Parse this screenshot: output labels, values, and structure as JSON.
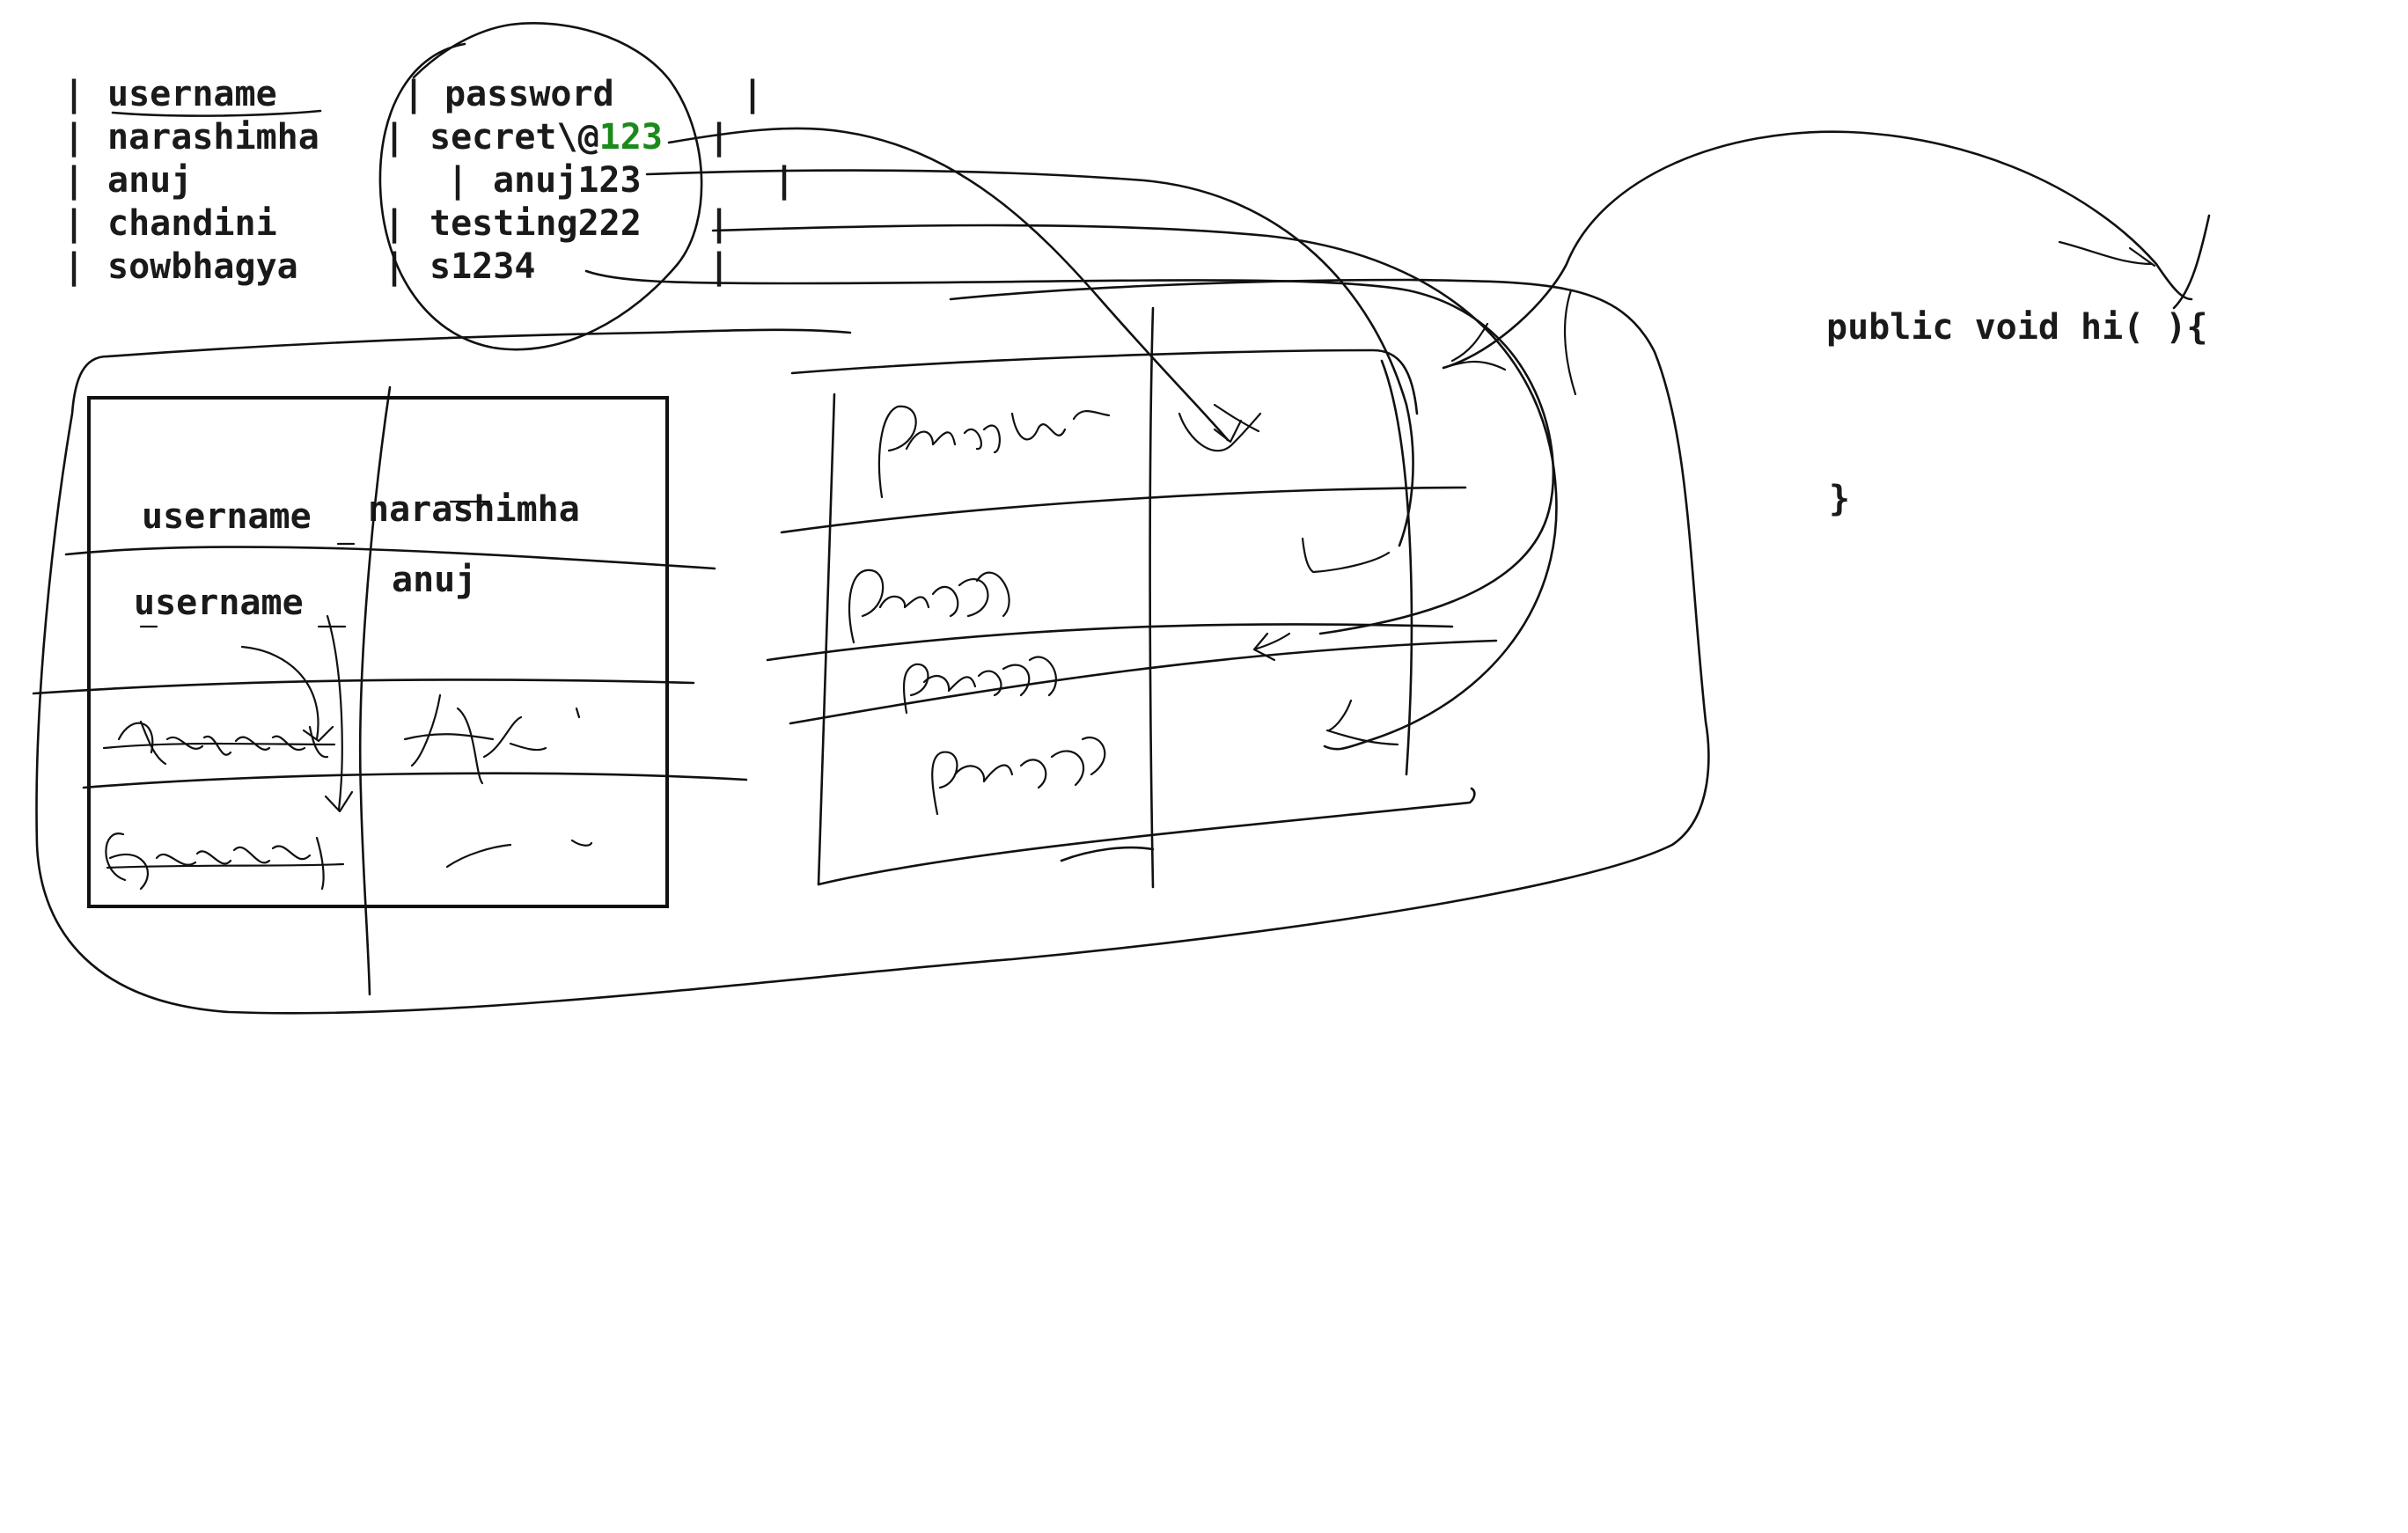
{
  "colors": {
    "ink": "#111111",
    "text": "#1a1a1a",
    "highlight": "#1a8a1a",
    "background": "#ffffff"
  },
  "table": {
    "header": {
      "col1": "username",
      "col2": "password"
    },
    "rows": [
      {
        "username": "narashimha",
        "password_prefix": "secret\\@",
        "password_highlight": "123"
      },
      {
        "username": "anuj",
        "password": "anuj123"
      },
      {
        "username": "chandini",
        "password": "testing222"
      },
      {
        "username": "sowbhagya",
        "password": "s1234"
      }
    ],
    "separator": "|"
  },
  "box": {
    "label_username_1": "username",
    "label_username_2": "username",
    "value_narashimha": "narashimha",
    "value_anuj": "anuj"
  },
  "code": {
    "signature": "public void hi(  ){",
    "closing_brace": "}"
  }
}
